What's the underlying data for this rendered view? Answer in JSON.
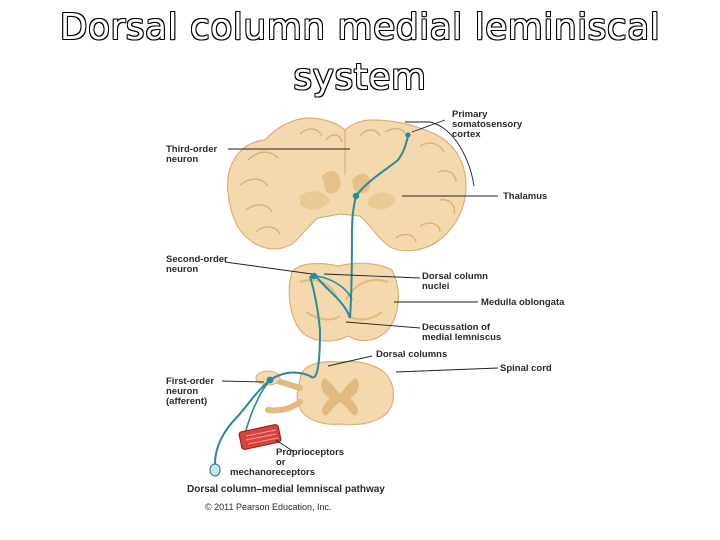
{
  "slide": {
    "title_line1": "Dorsal column medial leminiscal",
    "title_line2": "system"
  },
  "labels": {
    "primary_cortex": [
      "Primary",
      "somatosensory",
      "cortex"
    ],
    "third_order": [
      "Third-order",
      "neuron"
    ],
    "thalamus": "Thalamus",
    "second_order": [
      "Second-order",
      "neuron"
    ],
    "dorsal_column_nuclei": [
      "Dorsal column",
      "nuclei"
    ],
    "medulla": "Medulla oblongata",
    "decussation": [
      "Decussation of",
      "medial lemniscus"
    ],
    "dorsal_columns": "Dorsal columns",
    "spinal_cord": "Spinal cord",
    "first_order": [
      "First-order",
      "neuron",
      "(afferent)"
    ],
    "receptors": [
      "Proprioceptors",
      "or",
      "mechanoreceptors"
    ]
  },
  "caption": "Dorsal column–medial lemniscal pathway",
  "copyright": "© 2011 Pearson Education, Inc.",
  "colors": {
    "tissue": "#f3d9ad",
    "tissue_dark": "#e2b97e",
    "neuron": "#2a8a9a",
    "receptor": "#d8423a"
  }
}
